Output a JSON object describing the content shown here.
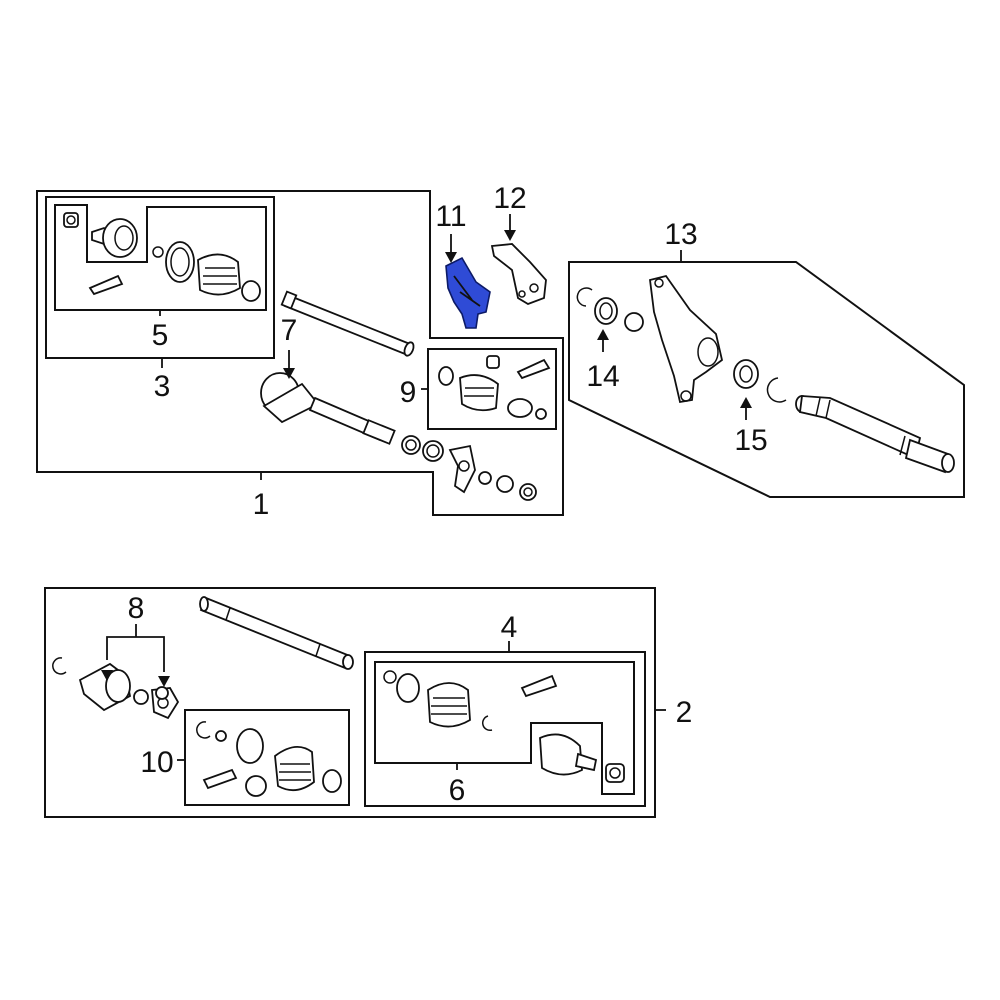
{
  "diagram": {
    "callouts": {
      "c1": "1",
      "c2": "2",
      "c3": "3",
      "c4": "4",
      "c5": "5",
      "c6": "6",
      "c7": "7",
      "c8": "8",
      "c9": "9",
      "c10": "10",
      "c11": "11",
      "c12": "12",
      "c13": "13",
      "c14": "14",
      "c15": "15"
    },
    "highlight_color": "#2f4bd6",
    "highlighted_part": "11"
  }
}
